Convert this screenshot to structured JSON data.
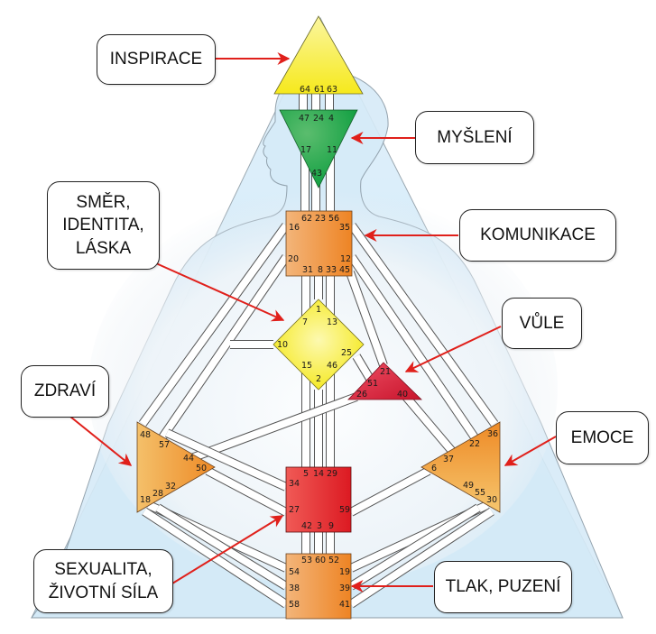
{
  "labels": {
    "inspirace": "INSPIRACE",
    "mysleni": "MYŠLENÍ",
    "smer_line1": "SMĚR,",
    "smer_line2": "IDENTITA,",
    "smer_line3": "LÁSKA",
    "komunikace": "KOMUNIKACE",
    "vule": "VŮLE",
    "zdravi": "ZDRAVÍ",
    "emoce": "EMOCE",
    "sexualita_line1": "SEXUALITA,",
    "sexualita_line2": "ŽIVOTNÍ SÍLA",
    "tlak": "TLAK, PUZENÍ"
  },
  "centers": {
    "head": {
      "name": "head",
      "color": "#f7ea3a",
      "gates": [
        "64",
        "61",
        "63"
      ]
    },
    "ajna": {
      "name": "ajna",
      "color": "#1ea548",
      "gates": [
        "47",
        "24",
        "4",
        "17",
        "11",
        "43"
      ]
    },
    "throat": {
      "name": "throat",
      "color": "#f08a2c",
      "gates": [
        "62",
        "23",
        "56",
        "16",
        "35",
        "20",
        "12",
        "31",
        "8",
        "33",
        "45"
      ]
    },
    "g": {
      "name": "g-center",
      "color": "#f5ec22",
      "gates": [
        "1",
        "7",
        "13",
        "10",
        "25",
        "15",
        "46",
        "2"
      ]
    },
    "heart": {
      "name": "heart",
      "color": "#d9223c",
      "gates": [
        "21",
        "51",
        "26",
        "40"
      ]
    },
    "spleen": {
      "name": "spleen",
      "color": "#f0992e",
      "gates": [
        "48",
        "57",
        "44",
        "50",
        "32",
        "28",
        "18"
      ]
    },
    "solar_plexus": {
      "name": "solar-plexus",
      "color": "#f0992e",
      "gates": [
        "36",
        "22",
        "37",
        "6",
        "49",
        "55",
        "30"
      ]
    },
    "sacral": {
      "name": "sacral",
      "color": "#e3262b",
      "gates": [
        "5",
        "14",
        "29",
        "34",
        "27",
        "59",
        "42",
        "3",
        "9"
      ]
    },
    "root": {
      "name": "root",
      "color": "#f08a2c",
      "gates": [
        "53",
        "60",
        "52",
        "54",
        "19",
        "38",
        "39",
        "58",
        "41"
      ]
    }
  },
  "colors": {
    "arrow": "#e0201b",
    "body_fill": "#cfe8f7",
    "channel": "#ffffff"
  }
}
